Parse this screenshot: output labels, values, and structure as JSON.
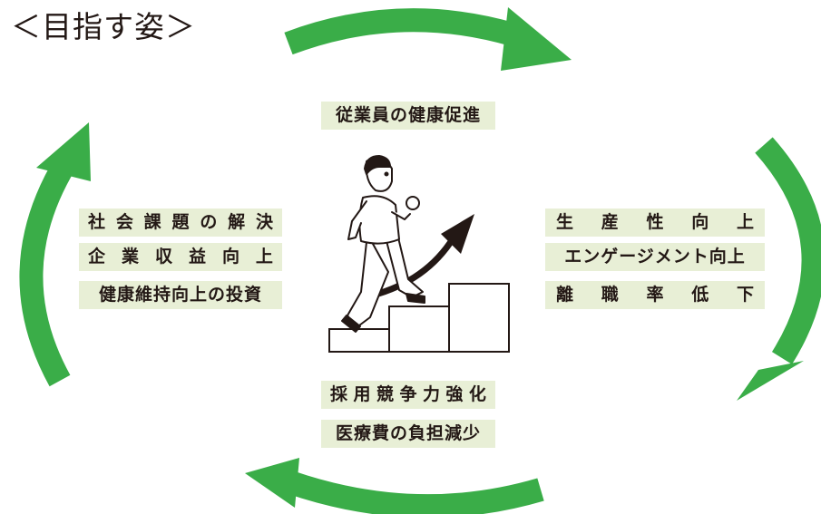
{
  "page_title": "＜目指す姿＞",
  "top_box": "従業員の健康促進",
  "left_boxes": [
    "社会課題の解決",
    "企業収益向上",
    "健康維持向上の投資"
  ],
  "right_boxes": [
    "生産性向上",
    "エンゲージメント向上",
    "離職率低下"
  ],
  "bottom_boxes": [
    "採用競争力強化",
    "医療費の負担減少"
  ],
  "colors": {
    "arrow_green": "#3aad48",
    "box_bg": "#e8efd6",
    "ink": "#231815"
  }
}
